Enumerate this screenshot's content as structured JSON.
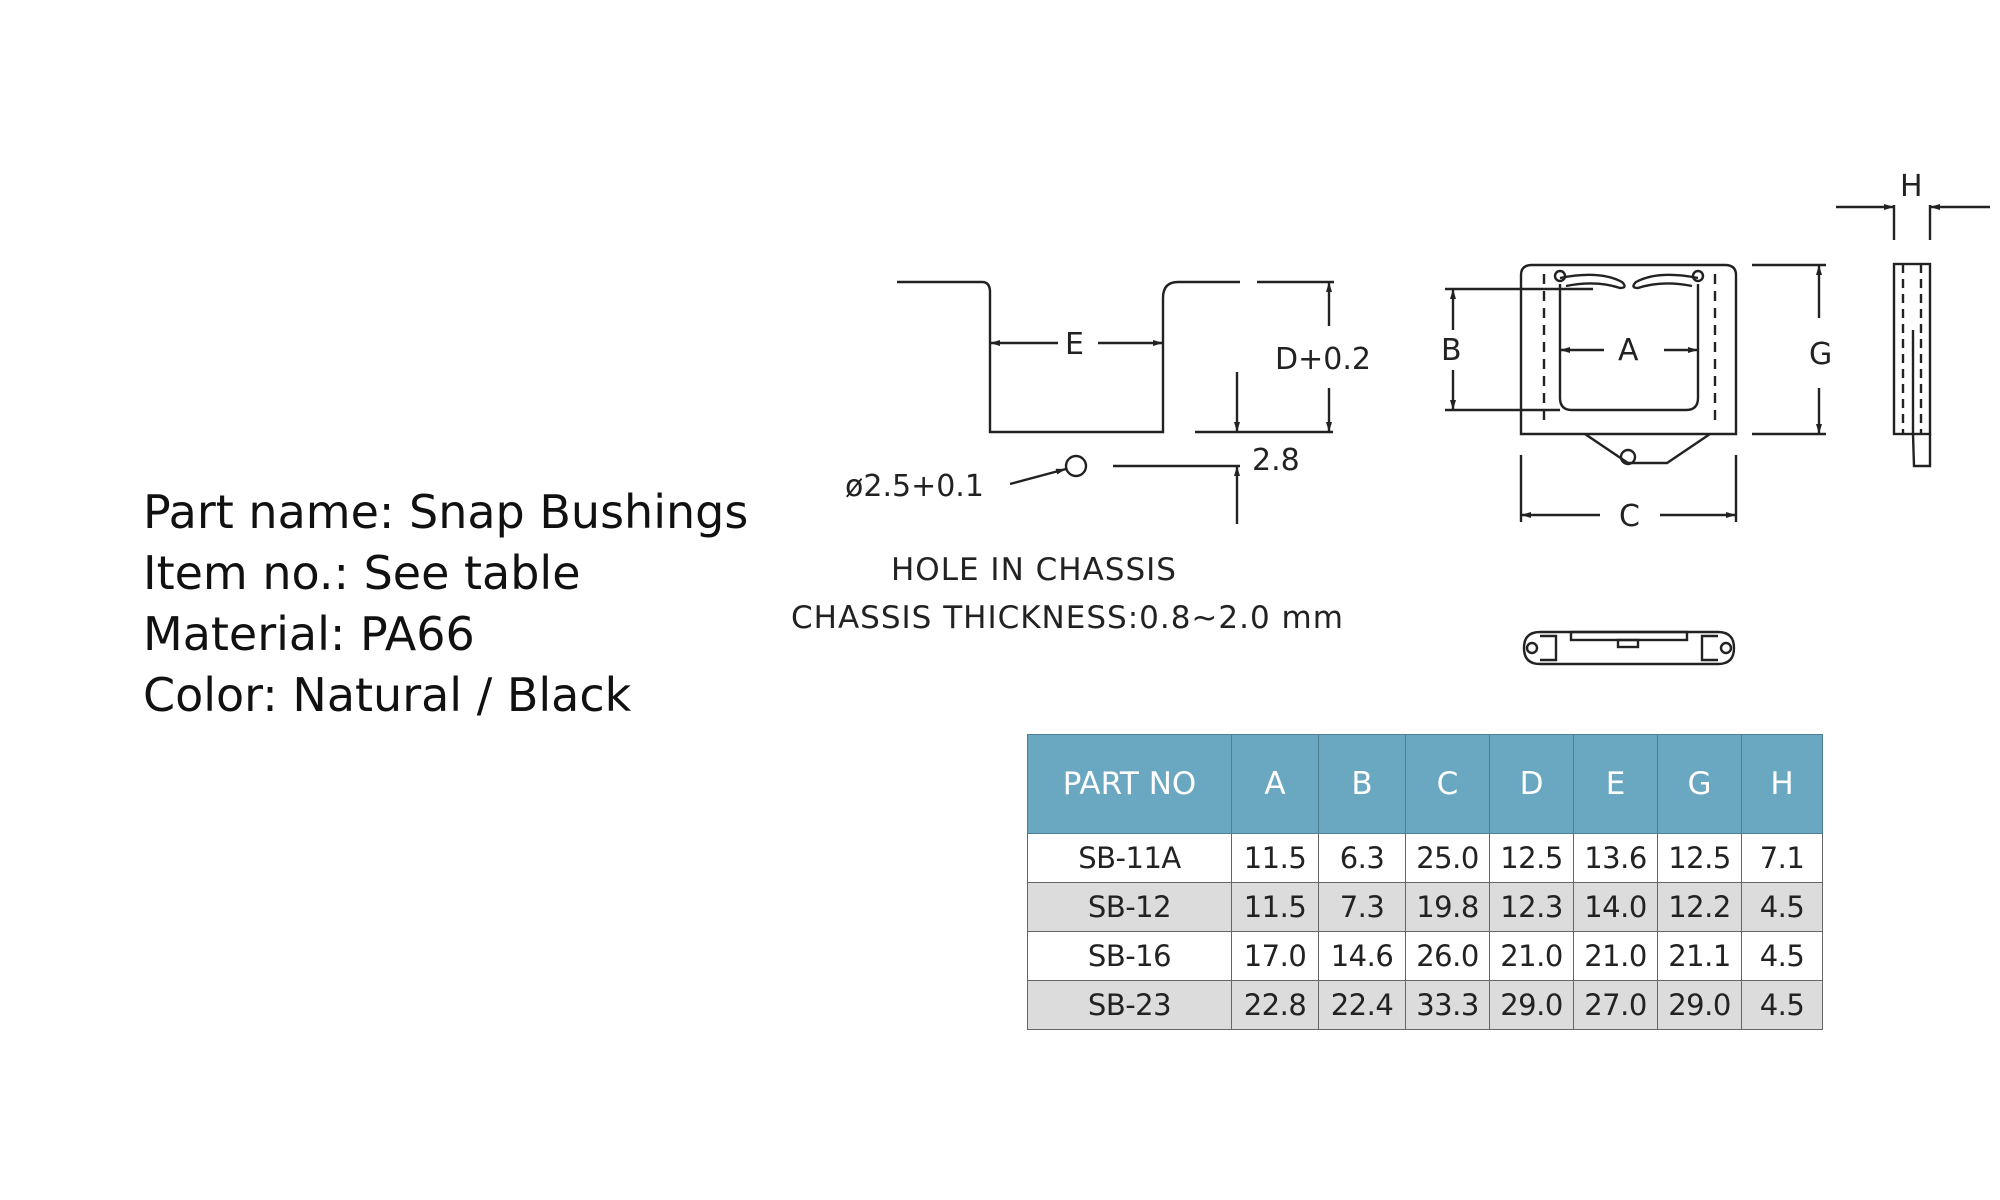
{
  "spec": {
    "part_name": "Part name: Snap Bushings",
    "item_no": "Item no.: See table",
    "material": "Material: PA66",
    "color": "Color: Natural / Black"
  },
  "drawing": {
    "label_e": "E",
    "label_d": "D+0.2",
    "label_thickness": "2.8",
    "label_hole": "ø2.5+0.1",
    "note_line1": "HOLE  IN  CHASSIS",
    "note_line2": "CHASSIS  THICKNESS:0.8~2.0 mm",
    "label_a": "A",
    "label_b": "B",
    "label_c": "C",
    "label_g": "G",
    "label_h": "H"
  },
  "table": {
    "headers": [
      "PART NO",
      "A",
      "B",
      "C",
      "D",
      "E",
      "G",
      "H"
    ],
    "rows": [
      [
        "SB-11A",
        "11.5",
        "6.3",
        "25.0",
        "12.5",
        "13.6",
        "12.5",
        "7.1"
      ],
      [
        "SB-12",
        "11.5",
        "7.3",
        "19.8",
        "12.3",
        "14.0",
        "12.2",
        "4.5"
      ],
      [
        "SB-16",
        "17.0",
        "14.6",
        "26.0",
        "21.0",
        "21.0",
        "21.1",
        "4.5"
      ],
      [
        "SB-23",
        "22.8",
        "22.4",
        "33.3",
        "29.0",
        "27.0",
        "29.0",
        "4.5"
      ]
    ]
  },
  "colors": {
    "header_bg": "#6aa7c0",
    "alt_row_bg": "#dcdcdc",
    "line": "#222222"
  }
}
